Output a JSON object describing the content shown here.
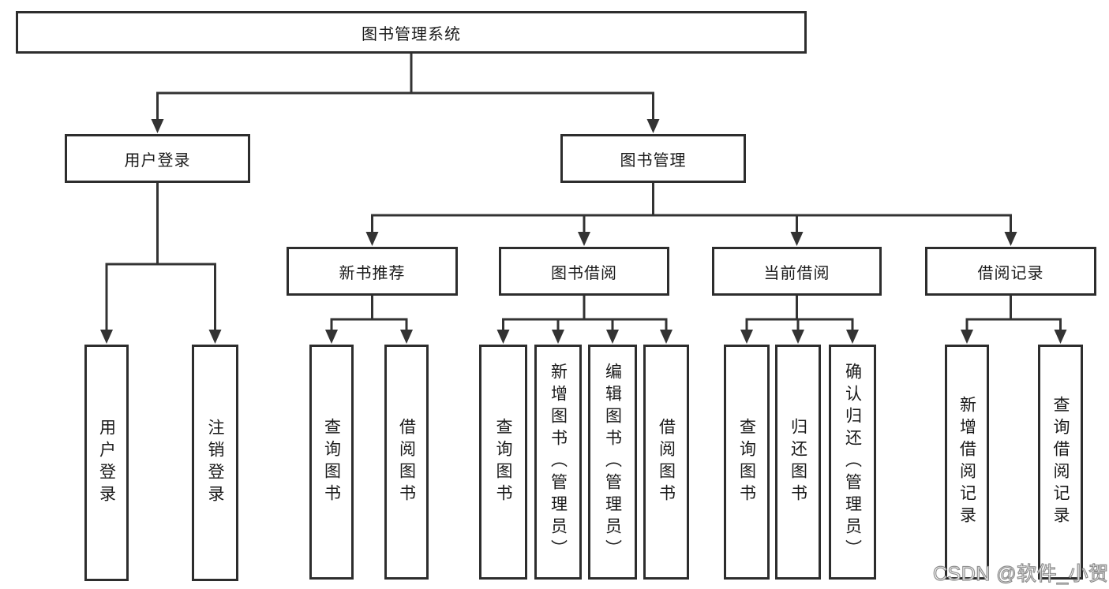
{
  "diagram_title": "图书管理系统",
  "tree": {
    "id": "root",
    "label": "图书管理系统",
    "children": [
      {
        "id": "user-login",
        "label": "用户登录",
        "children": [
          {
            "id": "user-login-leaf",
            "label": "用户登录"
          },
          {
            "id": "logout-leaf",
            "label": "注销登录"
          }
        ]
      },
      {
        "id": "book-management",
        "label": "图书管理",
        "children": [
          {
            "id": "new-book-recommend",
            "label": "新书推荐",
            "children": [
              {
                "id": "query-books-1",
                "label": "查询图书"
              },
              {
                "id": "borrow-books-1",
                "label": "借阅图书"
              }
            ]
          },
          {
            "id": "book-borrowing",
            "label": "图书借阅",
            "children": [
              {
                "id": "query-books-2",
                "label": "查询图书"
              },
              {
                "id": "add-books-admin",
                "label": "新增图书（管理员）"
              },
              {
                "id": "edit-books-admin",
                "label": "编辑图书（管理员）"
              },
              {
                "id": "borrow-books-2",
                "label": "借阅图书"
              }
            ]
          },
          {
            "id": "current-borrowing",
            "label": "当前借阅",
            "children": [
              {
                "id": "query-books-3",
                "label": "查询图书"
              },
              {
                "id": "return-books",
                "label": "归还图书"
              },
              {
                "id": "confirm-return-admin",
                "label": "确认归还（管理员）"
              }
            ]
          },
          {
            "id": "borrow-records",
            "label": "借阅记录",
            "children": [
              {
                "id": "add-borrow-record",
                "label": "新增借阅记录"
              },
              {
                "id": "query-borrow-record",
                "label": "查询借阅记录"
              }
            ]
          }
        ]
      }
    ]
  },
  "watermark": {
    "text": "CSDN @软件_小贺同学"
  },
  "colors": {
    "line": "#333333",
    "box_border": "#2d2d2d",
    "box_background": "#ffffff",
    "text": "#1a1a1a",
    "page_background": "#ffffff",
    "watermark_fill": "#ffffff",
    "watermark_outline": "#8f8f8f"
  }
}
